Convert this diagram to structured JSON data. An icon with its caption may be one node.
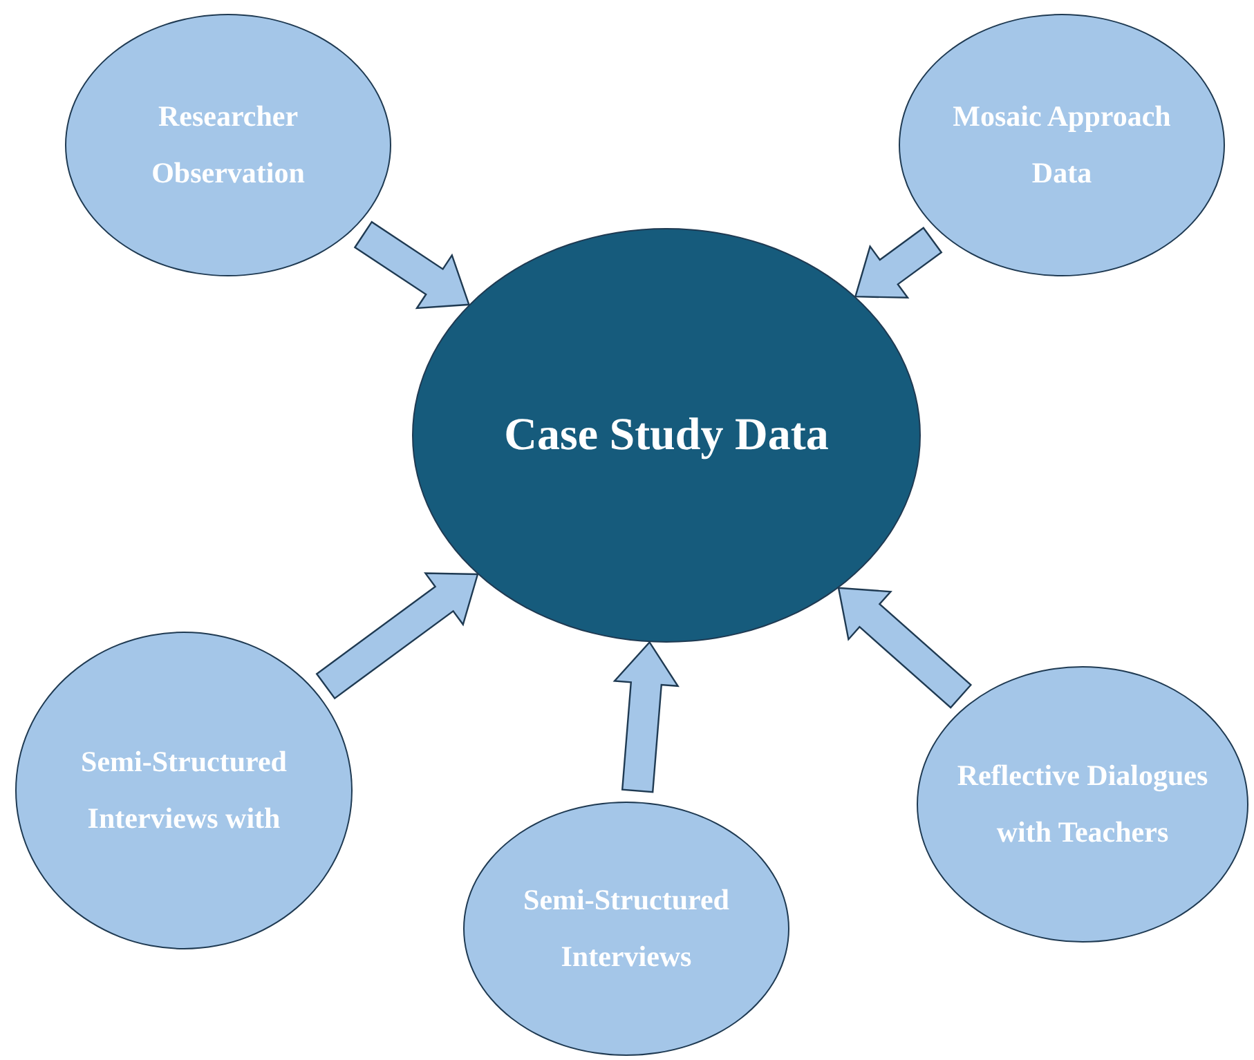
{
  "diagram": {
    "nodes": [
      {
        "text": [
          "Case Study Data"
        ]
      },
      {
        "text": [
          "Researcher Observation"
        ]
      },
      {
        "text": [
          "Mosaic Approach Data"
        ]
      },
      {
        "text": [
          "Semi-Structured Interviews with"
        ]
      },
      {
        "text": [
          "Semi-Structured Interviews"
        ]
      },
      {
        "text": [
          "Reflective Dialogues with Teachers"
        ]
      }
    ],
    "edges": [
      {
        "from": 1,
        "to": 0,
        "arrow": "to",
        "style": "thick"
      },
      {
        "from": 2,
        "to": 0,
        "arrow": "to",
        "style": "thick"
      },
      {
        "from": 3,
        "to": 0,
        "arrow": "to",
        "style": "thick"
      },
      {
        "from": 4,
        "to": 0,
        "arrow": "to",
        "style": "thick"
      },
      {
        "from": 5,
        "to": 0,
        "arrow": "to",
        "style": "thick"
      }
    ]
  }
}
